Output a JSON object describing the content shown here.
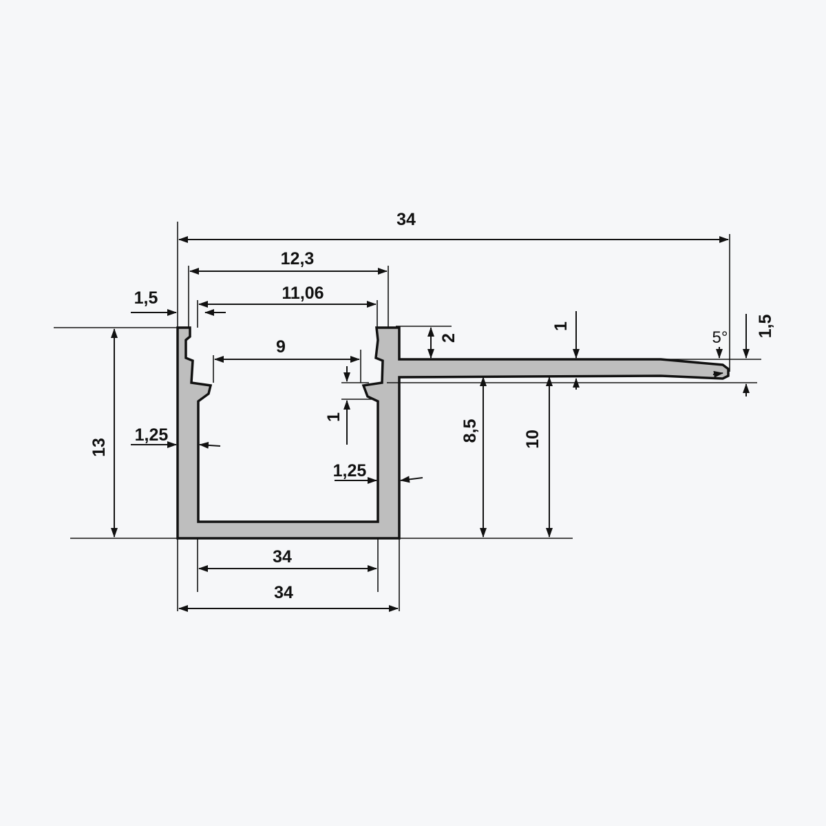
{
  "dimensions": {
    "overall_width": "34",
    "channel_width": "12,3",
    "slot_width": "11,06",
    "inner_width": "9",
    "wall_thickness": "1,5",
    "height": "13",
    "left_wall_left": "1,25",
    "right_wall_inner": "1,25",
    "lip_height": "2",
    "flange_thickness": "1",
    "ridge_height": "1",
    "flange_height_a": "8,5",
    "flange_height_b": "10",
    "flange_end": "1,5",
    "angle": "5°",
    "bottom_inner": "34",
    "bottom_outer": "34"
  },
  "colors": {
    "background": "#f6f7f9",
    "profile_fill": "#bebebe",
    "line": "#111111"
  }
}
